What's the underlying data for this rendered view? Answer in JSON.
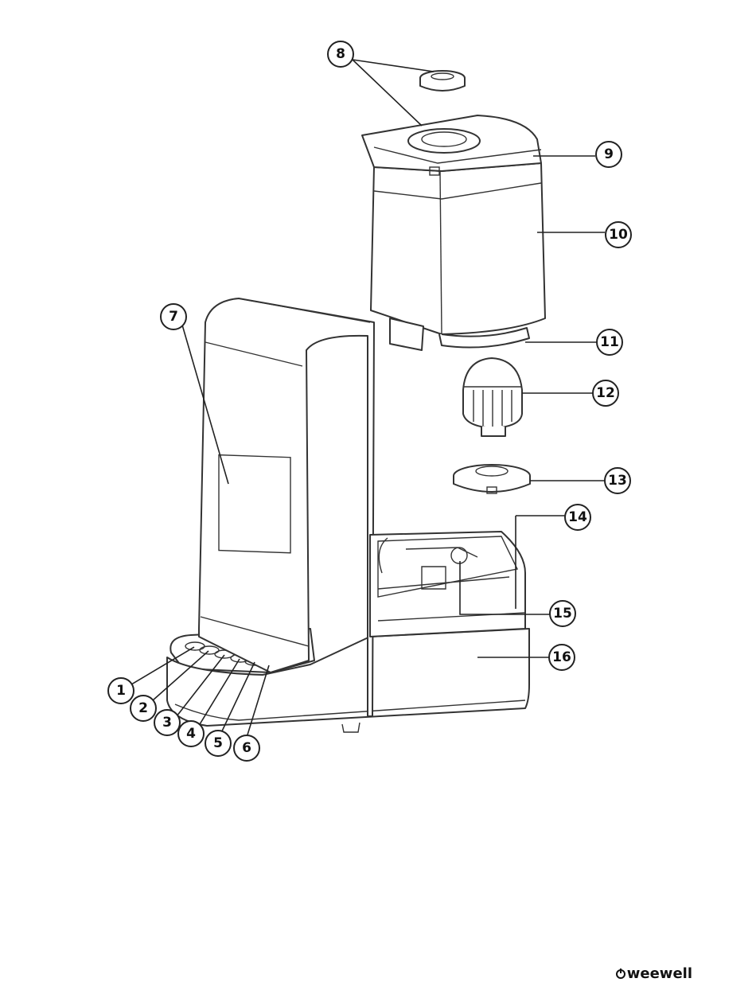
{
  "callouts": [
    {
      "id": "1",
      "label": "1"
    },
    {
      "id": "2",
      "label": "2"
    },
    {
      "id": "3",
      "label": "3"
    },
    {
      "id": "4",
      "label": "4"
    },
    {
      "id": "5",
      "label": "5"
    },
    {
      "id": "6",
      "label": "6"
    },
    {
      "id": "7",
      "label": "7"
    },
    {
      "id": "8",
      "label": "8"
    },
    {
      "id": "9",
      "label": "9"
    },
    {
      "id": "10",
      "label": "10"
    },
    {
      "id": "11",
      "label": "11"
    },
    {
      "id": "12",
      "label": "12"
    },
    {
      "id": "13",
      "label": "13"
    },
    {
      "id": "14",
      "label": "14"
    },
    {
      "id": "15",
      "label": "15"
    },
    {
      "id": "16",
      "label": "16"
    }
  ],
  "brand": {
    "name": "weewell"
  }
}
